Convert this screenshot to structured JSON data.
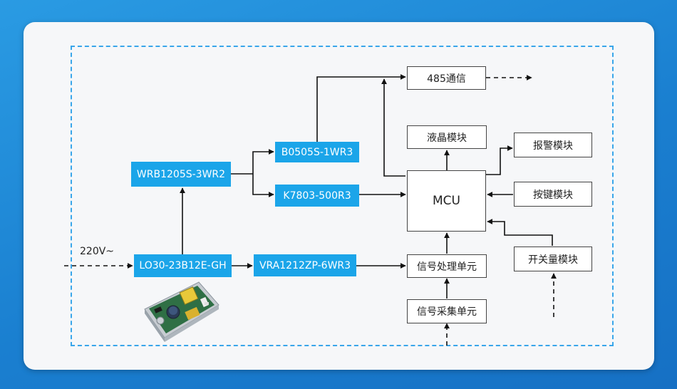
{
  "input_label": "220V~",
  "blocks": {
    "psu": "LO30-23B12E-GH",
    "wrb": "WRB1205S-3WR2",
    "b0505": "B0505S-1WR3",
    "k7803": "K7803-500R3",
    "vra": "VRA1212ZP-6WR3",
    "comm485": "485通信",
    "lcd": "液晶模块",
    "alarm": "报警模块",
    "mcu": "MCU",
    "keys": "按键模块",
    "switch": "开关量模块",
    "signal_proc": "信号处理单元",
    "signal_acq": "信号采集单元"
  },
  "colors": {
    "background": "#1f8ad8",
    "card": "#f6f7f9",
    "frame": "#39a6ea",
    "block_blue": "#1ba5e9",
    "line": "#111111"
  }
}
